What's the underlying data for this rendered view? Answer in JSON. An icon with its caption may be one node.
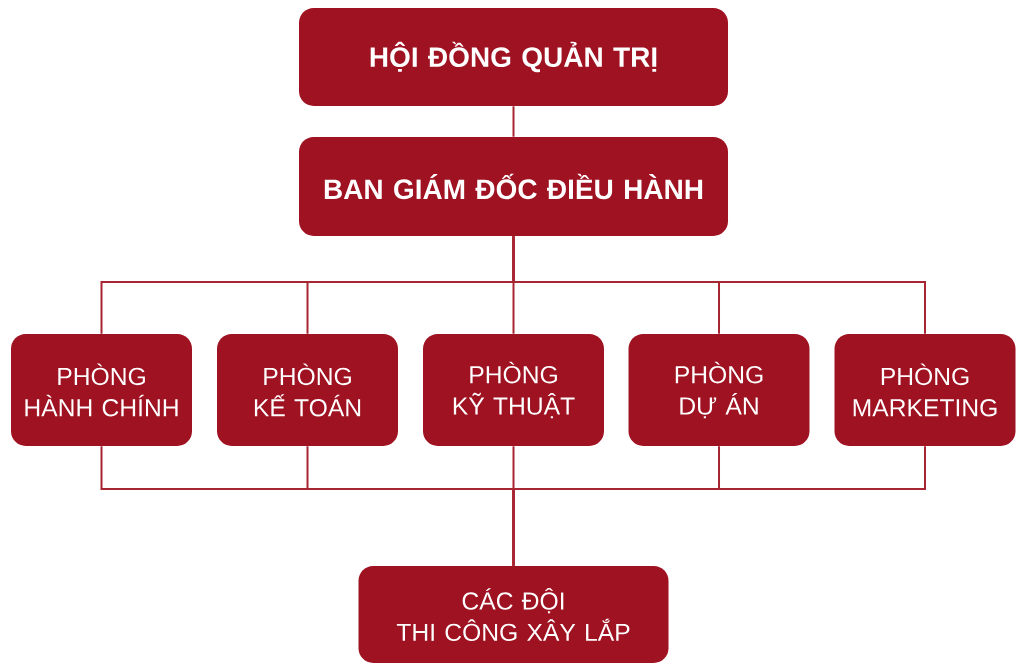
{
  "diagram": {
    "nodes": [
      {
        "text": [
          "HỘI ĐỒNG QUẢN TRỊ"
        ]
      },
      {
        "text": [
          "BAN GIÁM ĐỐC ĐIỀU HÀNH"
        ]
      },
      {
        "text": [
          "PHÒNG HÀNH CHÍNH"
        ]
      },
      {
        "text": [
          "PHÒNG KẾ TOÁN"
        ]
      },
      {
        "text": [
          "PHÒNG KỸ THUẬT"
        ]
      },
      {
        "text": [
          "PHÒNG DỰ ÁN"
        ]
      },
      {
        "text": [
          "PHÒNG MARKETING"
        ]
      },
      {
        "text": [
          "CÁC ĐỘI THI CÔNG XÂY LẮP"
        ]
      }
    ],
    "edges": [
      {
        "from": 0,
        "to": 1,
        "arrow": "none"
      },
      {
        "from": 1,
        "to": 2,
        "arrow": "none"
      },
      {
        "from": 1,
        "to": 3,
        "arrow": "none"
      },
      {
        "from": 1,
        "to": 4,
        "arrow": "none"
      },
      {
        "from": 1,
        "to": 5,
        "arrow": "none"
      },
      {
        "from": 1,
        "to": 6,
        "arrow": "none"
      },
      {
        "from": 2,
        "to": 7,
        "arrow": "none"
      },
      {
        "from": 3,
        "to": 7,
        "arrow": "none"
      },
      {
        "from": 4,
        "to": 7,
        "arrow": "none"
      },
      {
        "from": 5,
        "to": 7,
        "arrow": "none"
      },
      {
        "from": 6,
        "to": 7,
        "arrow": "none"
      }
    ]
  }
}
